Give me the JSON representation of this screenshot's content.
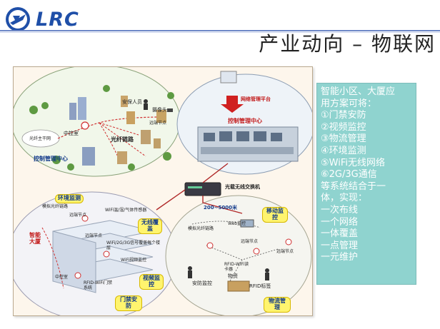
{
  "header": {
    "logo_text": "LRC",
    "title": "产业动向 – 物联网"
  },
  "diagram": {
    "top_left": {
      "security_guard": "安保人员",
      "camera": "摄像头",
      "control_room": "中控室",
      "fiber_trunk": "光纤主干网",
      "fiber_link": "光纤链路",
      "remote_node": "远端节点",
      "control_center": "控制管理中心"
    },
    "top_right": {
      "network_platform": "网络管理平台",
      "control_center": "控制管理中心"
    },
    "switch_label": "光载无线交换机",
    "distance": "200~5000米",
    "building": {
      "name": "智能大厦",
      "fiber_link": "模拟光纤链路",
      "remote_node": "远端节点",
      "wifi_sensor": "WiFi温/湿/气体传感器",
      "remote_node2": "远端节点",
      "coverage": "WiFi/2G/3G信号覆盖每个楼层",
      "wifi_video": "WiFi视频监控",
      "control_room": "中控室",
      "rfid_door": "RFID-WiFi门禁系统"
    },
    "bottom_right": {
      "fiber_link": "模拟光纤链路",
      "web_monitor": "Web监控",
      "remote_node": "远端节点",
      "remote_node2": "远端节点",
      "rfid_wifi": "RFID-WiFi读卡器",
      "security": "安防监控",
      "goods": "物资",
      "rfid_tag": "RFID标签"
    },
    "callouts": {
      "env": "环境监测",
      "wireless": "无线覆盖",
      "video": "视频监控",
      "door": "门禁安防",
      "mobile": "移动监控",
      "logistics": "物流管理"
    }
  },
  "panel": {
    "lines": [
      "智能小区、大厦应",
      "用方案可将：",
      "①门禁安防",
      "②视频监控",
      "③物流管理",
      "④环境监测",
      "⑤WiFi无线网络",
      "⑥2G/3G通信",
      "等系统结合于一",
      "体，实现：",
      "一次布线",
      "一个网络",
      "一体覆盖",
      "一点管理",
      "一元维护"
    ]
  },
  "colors": {
    "brand": "#1f4fa8",
    "panel_bg": "#8fd3cf",
    "callout_bg": "#fff46e",
    "accent_red": "#c21818"
  }
}
